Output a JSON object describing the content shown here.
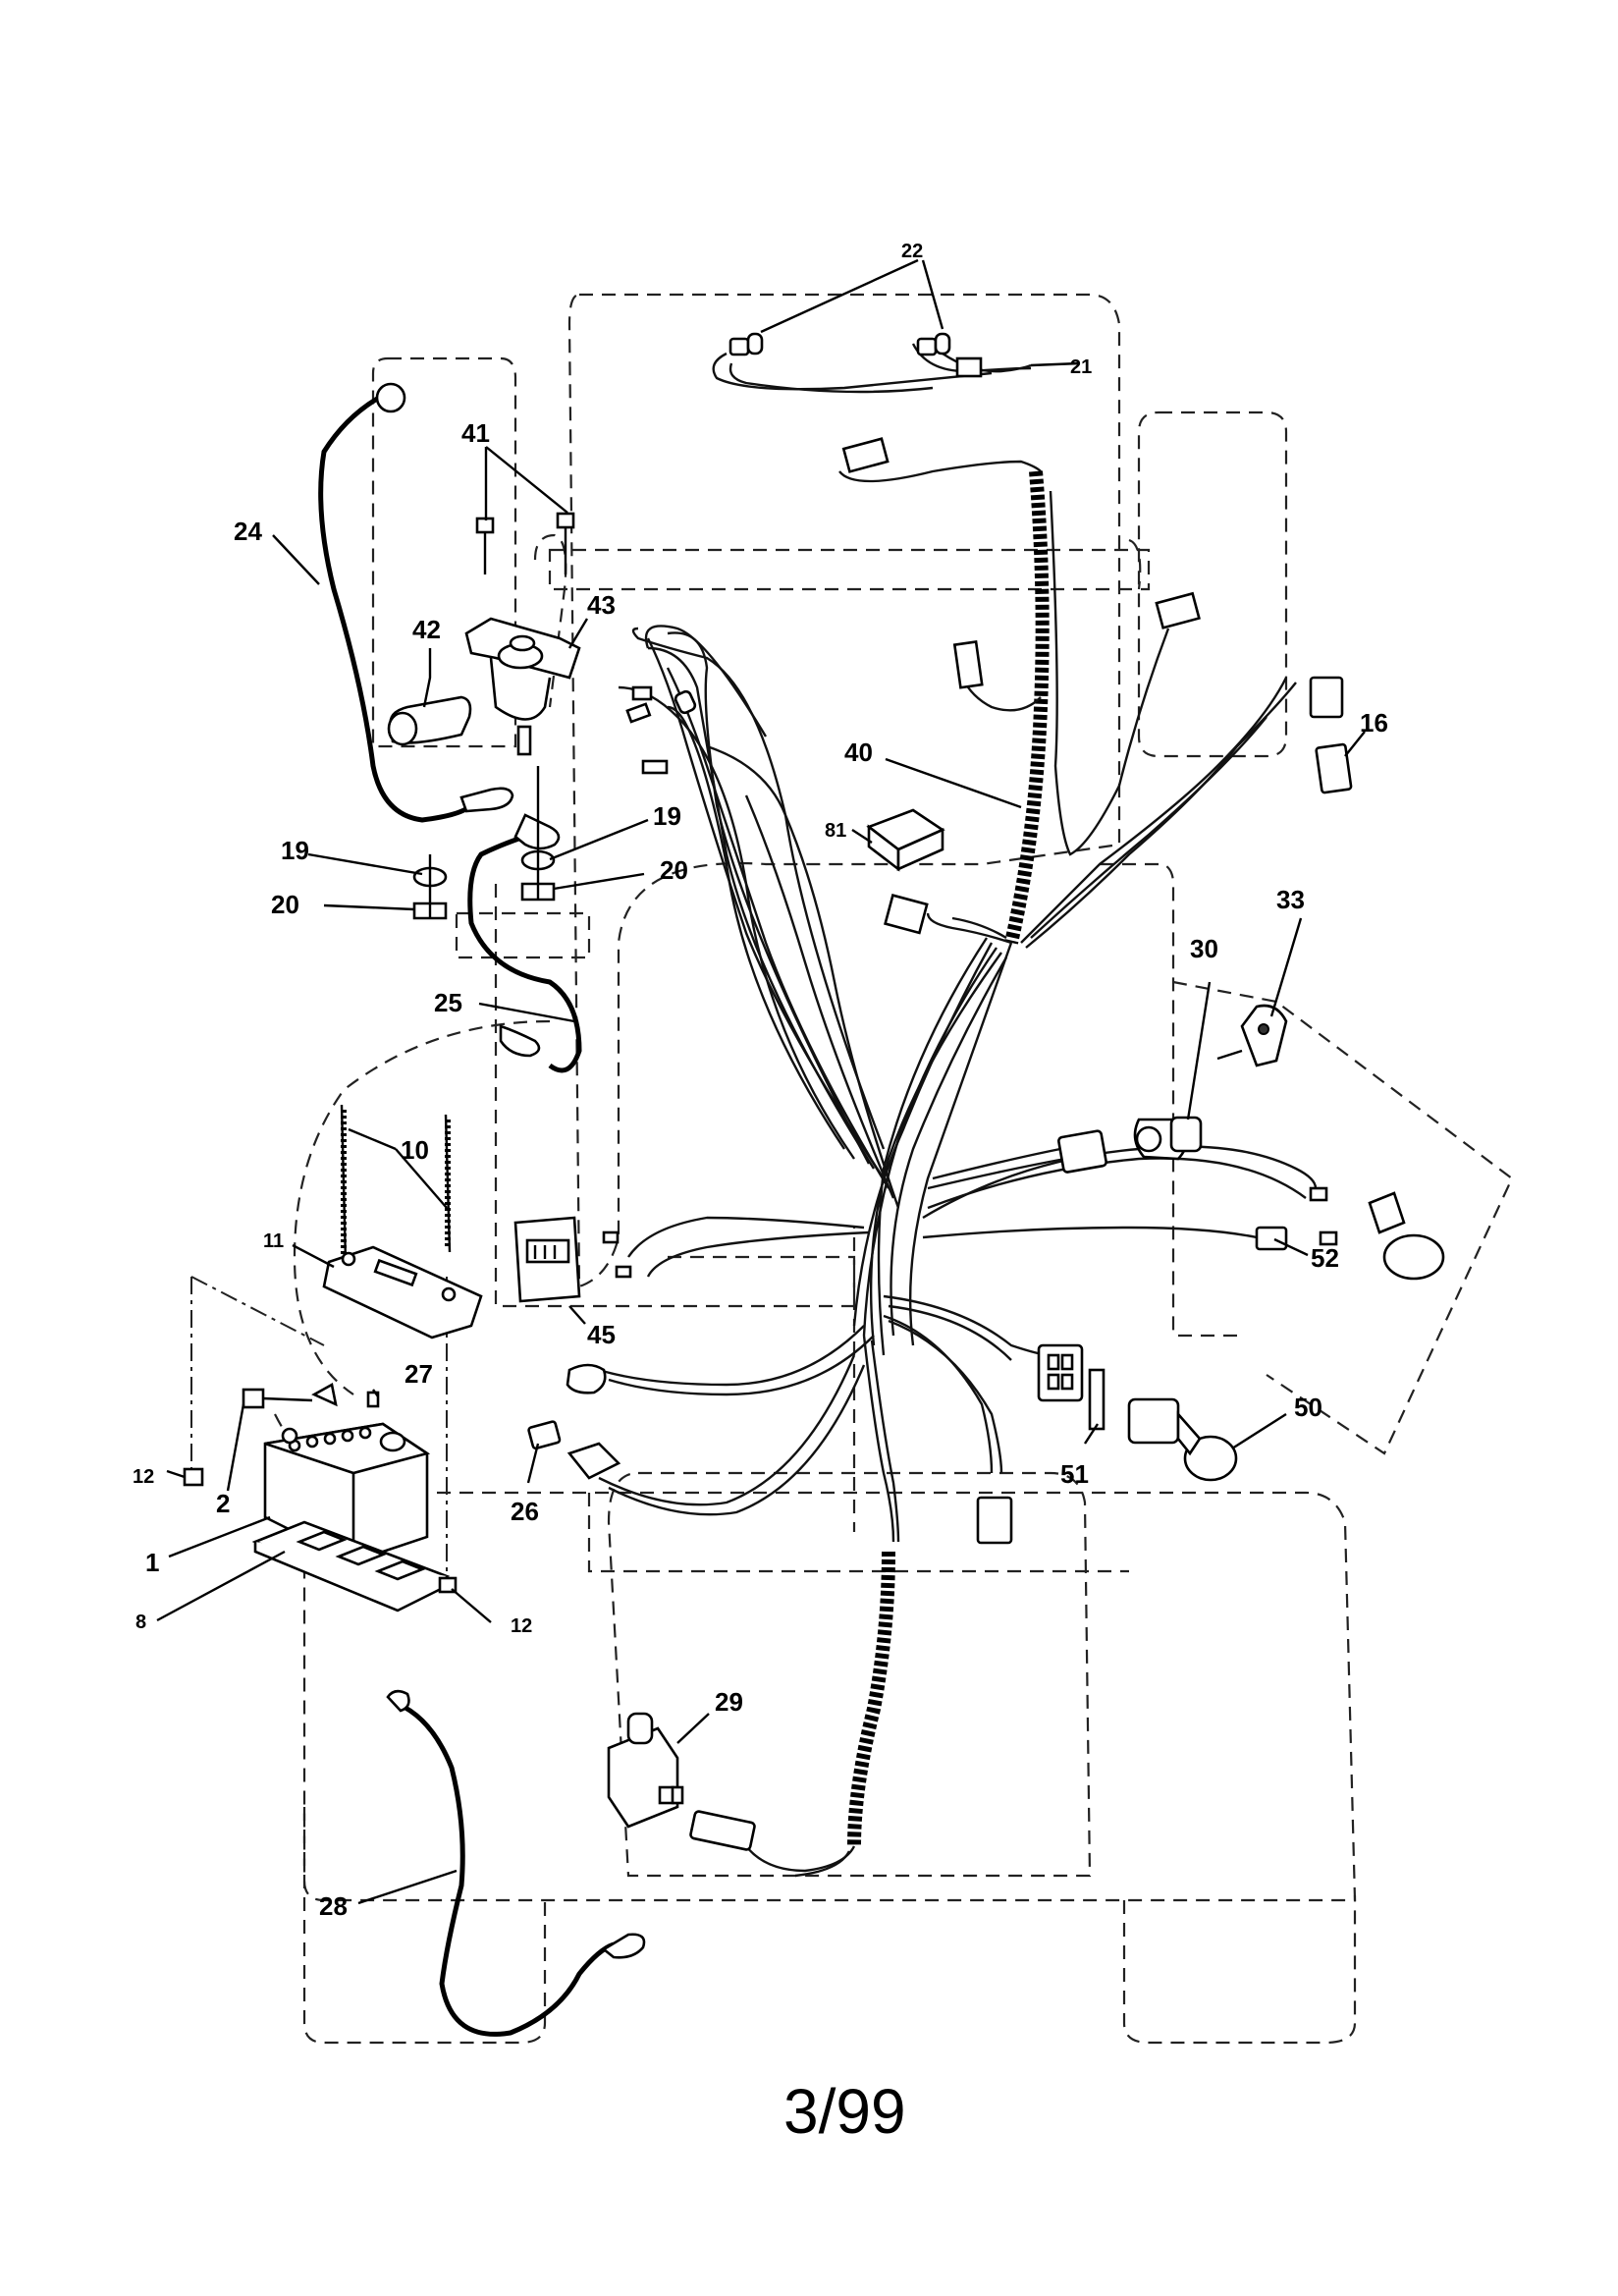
{
  "callouts": {
    "c22": "22",
    "c21": "21",
    "c41": "41",
    "c24": "24",
    "c42": "42",
    "c43": "43",
    "c40": "40",
    "c16": "16",
    "c81": "81",
    "c19a": "19",
    "c19b": "19",
    "c20a": "20",
    "c20b": "20",
    "c33": "33",
    "c30": "30",
    "c25": "25",
    "c10": "10",
    "c11": "11",
    "c45": "45",
    "c52": "52",
    "c27": "27",
    "c50": "50",
    "c51": "51",
    "c12a": "12",
    "c2": "2",
    "c26": "26",
    "c1": "1",
    "c8": "8",
    "c12b": "12",
    "c29": "29",
    "c28": "28"
  },
  "page_number": "3/99"
}
